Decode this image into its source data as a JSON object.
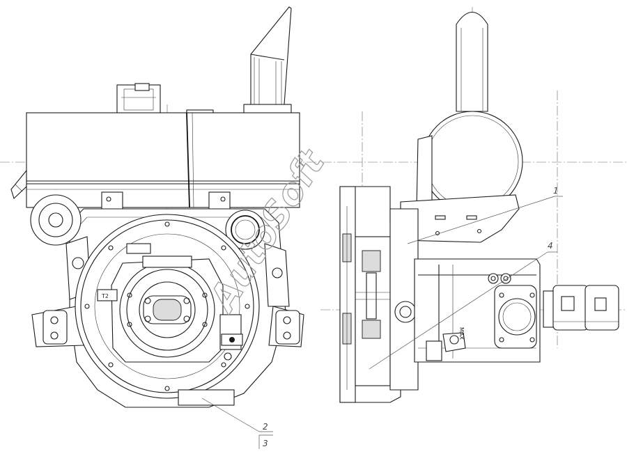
{
  "callouts": {
    "c1": "1",
    "c2": "2",
    "c3": "3",
    "c4": "4"
  },
  "labels": {
    "t2": "T2",
    "max": "MAX"
  },
  "watermark": {
    "text": "AutoSoft"
  }
}
